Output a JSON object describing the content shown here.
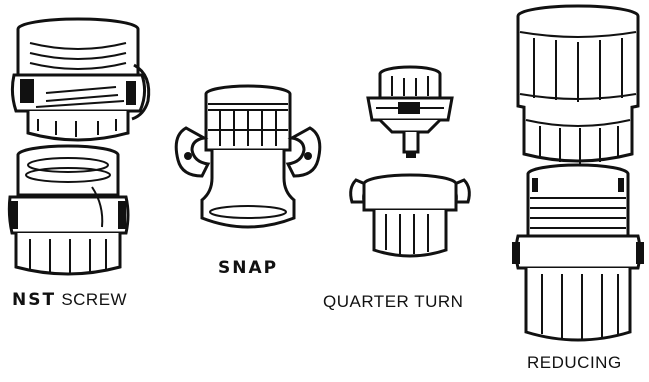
{
  "labels": {
    "nst_screw_bold": "NST",
    "nst_screw_rest": "SCREW",
    "snap": "SNAP",
    "quarter_turn": "QUARTER TURN",
    "reducing": "REDUCING"
  },
  "colors": {
    "ink": "#111111",
    "paper": "#ffffff"
  },
  "icons": [
    "nst-screw-coupling-icon",
    "snap-coupling-icon",
    "quarter-turn-coupling-icon",
    "reducing-coupling-icon"
  ]
}
